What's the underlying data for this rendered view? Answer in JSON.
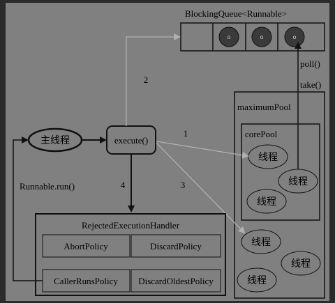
{
  "queue": {
    "title": "BlockingQueue<Runnable>",
    "task_symbol": "o"
  },
  "main_thread": {
    "label": "主线程"
  },
  "execute": {
    "label": "execute()"
  },
  "steps": {
    "s1": "1",
    "s2": "2",
    "s3": "3",
    "s4": "4"
  },
  "poll_label": "poll()",
  "take_label": "take()",
  "runnable_run": "Runnable.run()",
  "max_pool": {
    "title": "maximumPool",
    "threads": [
      "线程",
      "线程",
      "线程"
    ]
  },
  "core_pool": {
    "title": "corePool",
    "threads": [
      "线程",
      "线程",
      "线程"
    ]
  },
  "rejected": {
    "title": "RejectedExecutionHandler",
    "policies": [
      "AbortPolicy",
      "DiscardPolicy",
      "CallerRunsPolicy",
      "DiscardOldestPolicy"
    ]
  },
  "colors": {
    "background": "#2b2b2b",
    "canvas": "#808080",
    "stroke": "#1a1a1a",
    "queue_task_fill": "#3a3a3a",
    "gray_arrow": "#b0b0b0"
  }
}
